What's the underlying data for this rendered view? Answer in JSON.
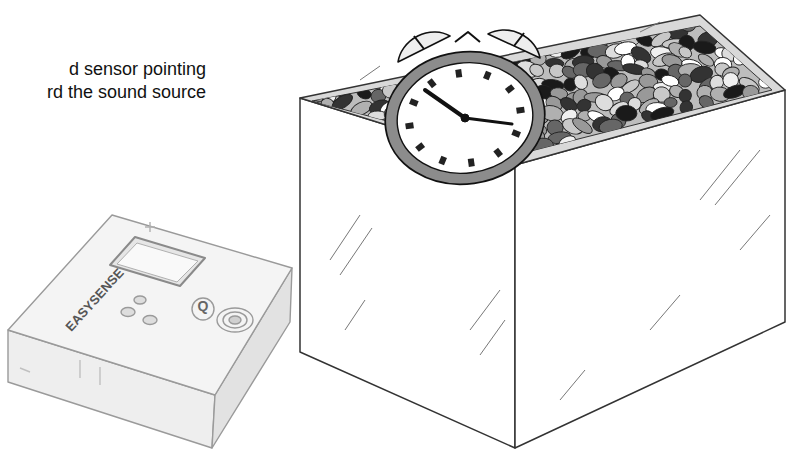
{
  "diagram": {
    "labels": [
      "d sensor pointing rd the sound source",
      "EASYSENSE",
      "Q"
    ]
  }
}
